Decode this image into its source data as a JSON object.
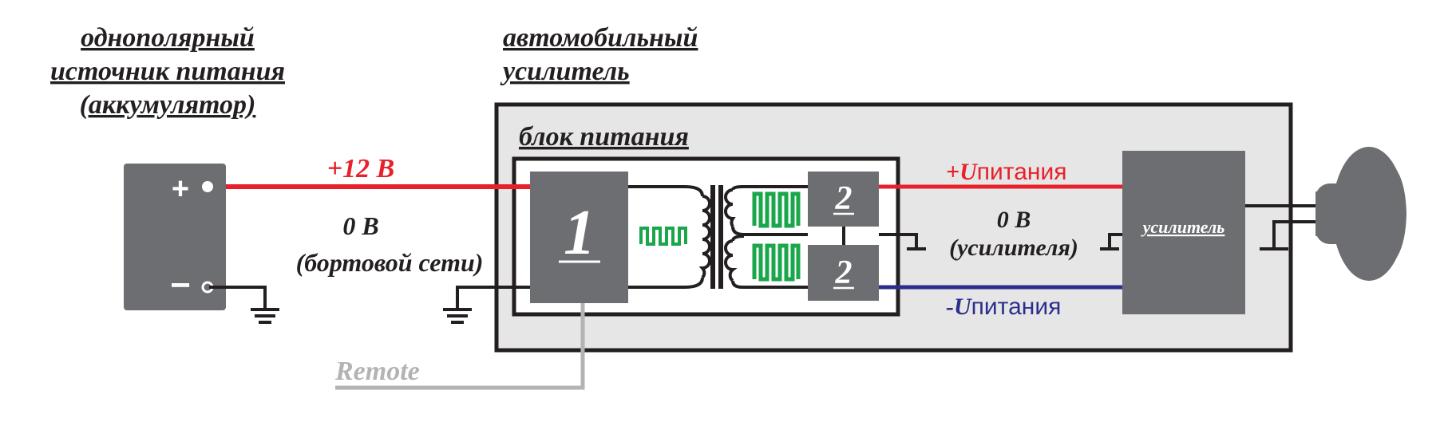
{
  "titles": {
    "source_line1": "однополярный",
    "source_line2": "источник питания",
    "source_line3": "(аккумулятор)",
    "amp_line1": "автомобильный",
    "amp_line2": "усилитель",
    "psu": "блок питания"
  },
  "labels": {
    "plus12": "+12 В",
    "zero_line1": "0 В",
    "zero_line2": "(бортовой сети)",
    "remote": "Remote",
    "plus_supply_sign": "+",
    "plus_supply_u": "U",
    "plus_supply_text": "питания",
    "minus_supply_sign": "-",
    "minus_supply_u": "U",
    "minus_supply_text": "питания",
    "zero_amp_line1": "0 В",
    "zero_amp_line2": "(усилителя)",
    "amplifier": "усилитель",
    "block1": "1",
    "block2a": "2",
    "block2b": "2",
    "battery_plus": "+",
    "battery_minus": "−"
  },
  "colors": {
    "red": "#e8202a",
    "blue": "#2b2f8c",
    "green": "#1aa64a",
    "dark_gray": "#6d6e71",
    "light_gray": "#e6e6e6",
    "remote_gray": "#b3b3b3",
    "black": "#231f20"
  },
  "icons": [
    "ground-icon",
    "speaker-icon",
    "transformer-icon",
    "square-wave-icon"
  ]
}
